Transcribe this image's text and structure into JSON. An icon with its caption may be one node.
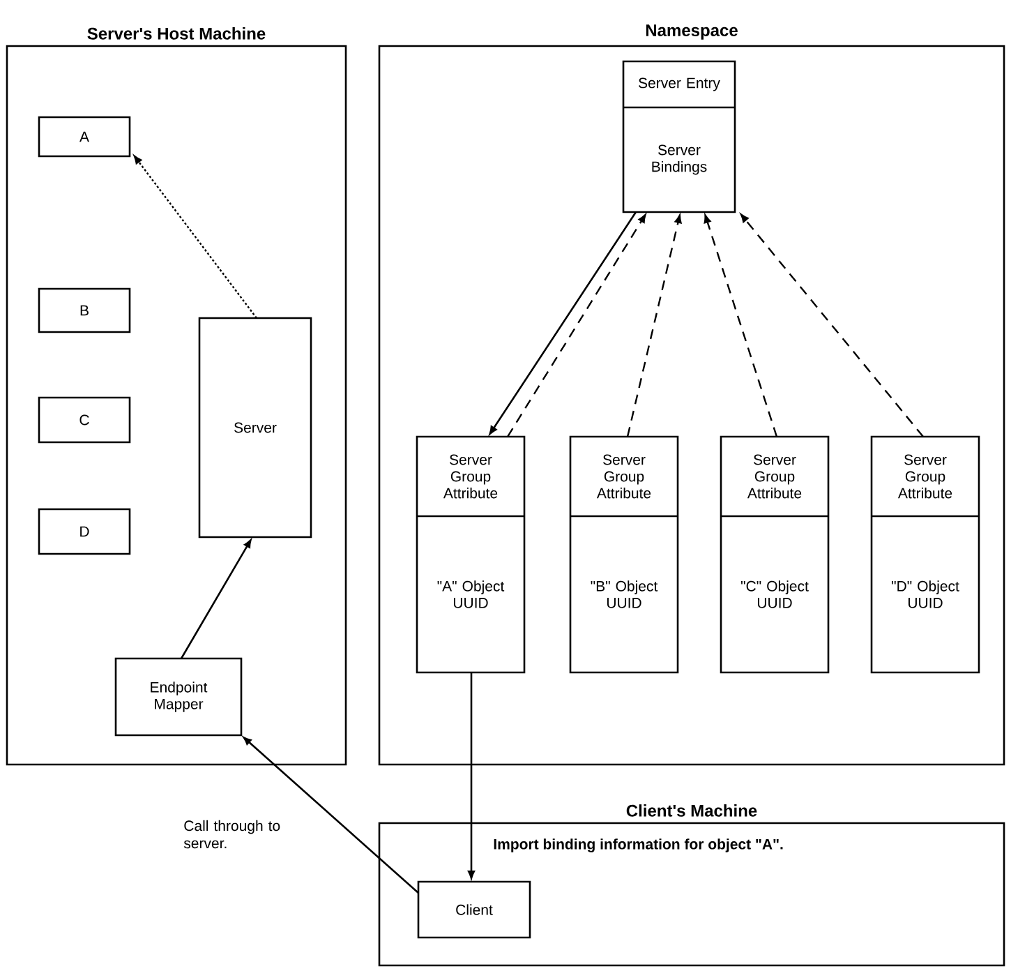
{
  "diagram": {
    "nodes": [
      {
        "text": [
          "Server's Host Machine"
        ]
      },
      {
        "text": [
          "A"
        ],
        "in": 0
      },
      {
        "text": [
          "B"
        ],
        "in": 0
      },
      {
        "text": [
          "C"
        ],
        "in": 0
      },
      {
        "text": [
          "D"
        ],
        "in": 0
      },
      {
        "text": [
          "Server"
        ],
        "in": 0
      },
      {
        "text": [
          "Endpoint Mapper"
        ],
        "in": 0
      },
      {
        "text": [
          "Namespace"
        ]
      },
      {
        "text": [
          "Server Entry",
          "Server Bindings"
        ],
        "in": 7
      },
      {
        "text": [
          "Server Group Attribute",
          "\"A\" Object UUID"
        ],
        "in": 7
      },
      {
        "text": [
          "Server Group Attribute",
          "\"B\" Object UUID"
        ],
        "in": 7
      },
      {
        "text": [
          "Server Group Attribute",
          "\"C\" Object UUID"
        ],
        "in": 7
      },
      {
        "text": [
          "Server Group Attribute",
          "\"D\" Object UUID"
        ],
        "in": 7
      },
      {
        "text": [
          "Client's Machine"
        ]
      },
      {
        "text": [
          "Client"
        ],
        "in": 13
      }
    ],
    "edges": [
      {
        "from": 5,
        "to": 1,
        "arrow": "to",
        "style": "dashed"
      },
      {
        "from": 8,
        "to": 9,
        "arrow": "to"
      },
      {
        "from": 9,
        "to": 8,
        "arrow": "to",
        "style": "dashed"
      },
      {
        "from": 10,
        "to": 8,
        "arrow": "to",
        "style": "dashed"
      },
      {
        "from": 11,
        "to": 8,
        "arrow": "to",
        "style": "dashed"
      },
      {
        "from": 12,
        "to": 8,
        "arrow": "to",
        "style": "dashed"
      },
      {
        "from": 9,
        "to": 14,
        "arrow": "to",
        "label": "Import binding information for object \"A\"."
      },
      {
        "from": 14,
        "to": 6,
        "arrow": "to",
        "label": "Call through to server."
      },
      {
        "from": 6,
        "to": 5,
        "arrow": "to"
      }
    ]
  }
}
